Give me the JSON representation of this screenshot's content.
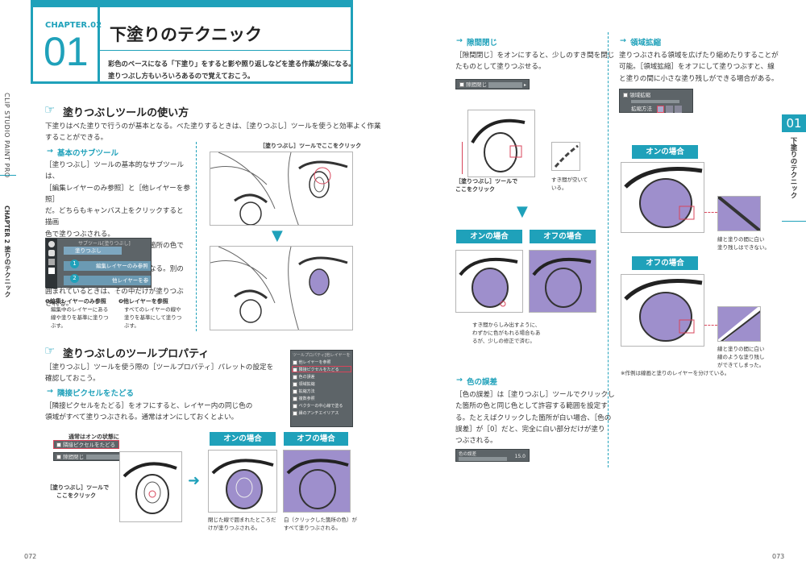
{
  "left": {
    "chapter_label": "CHAPTER.02",
    "chapter_num": "01",
    "title": "下塗りのテクニック",
    "lead1": "彩色のベースになる「下塗り」をすると影や照り返しなどを塗る作業が楽になる。",
    "lead2": "塗りつぶし方もいろいろあるので覚えておこう。",
    "side_brand": "CLIP STUDIO PAINT PRO",
    "side_chapter": "CHAPTER 2",
    "side_chapter_title": "塗りのテクニック",
    "sec1_title": "塗りつぶしツールの使い方",
    "sec1_body1": "下塗りはベた塗りで行うのが基本となる。べた塗りするときは、［塗りつぶし］ツールを使うと効率よく作業",
    "sec1_body2": "することができる。",
    "sub1": "基本のサブツール",
    "sub1_lines": [
      "［塗りつぶし］ツールの基本的なサブツールは、",
      "［編集レイヤーのみ参照］と［他レイヤーを参照］",
      "だ。どちらもキャンバス上をクリックすると描画",
      "色で塗りつぶされる。",
      "塗りつぶす範囲は、クリックした箇所の色で決め",
      "られる。白なら白い部分が範囲になる。別の色で",
      "囲まれているときは、その中だけが塗りつぶされる。"
    ],
    "sub1_callout": "［塗りつぶし］ツールでここをクリック",
    "subtool_panel_title": "サブツール[塗りつぶし]",
    "subtool_tab": "塗りつぶし",
    "subtool_item1": "編集レイヤーのみ参照",
    "subtool_item2": "他レイヤーを参照",
    "note1_title": "❶編集レイヤーのみ参照",
    "note1_lines": [
      "編集中のレイヤーにある",
      "線や塗りを基準に塗りつ",
      "ぶす。"
    ],
    "note2_title": "❷他レイヤーを参照",
    "note2_lines": [
      "すべてのレイヤーの線や",
      "塗りを基準にして塗りつ",
      "ぶす。"
    ],
    "sec2_title": "塗りつぶしのツールプロパティ",
    "sec2_body1": "［塗りつぶし］ツールを使う際の［ツールプロパティ］パレットの設定を",
    "sec2_body2": "確認しておこう。",
    "sub2": "隣接ピクセルをたどる",
    "sub2_body1": "［隣接ピクセルをたどる］をオフにすると、レイヤー内の同じ色の",
    "sub2_body2": "領域がすべて塗りつぶされる。通常はオンにしておくとよい。",
    "prop_title": "ツールプロパティ[他レイヤーを参照]",
    "prop_rows": [
      "他レイヤーを参照",
      "隣接ピクセルをたどる",
      "色の誤差",
      "領域拡縮",
      "拡縮方法",
      "複数参照",
      "ベクターの中心線で塗る",
      "縁のアンチエイリアス"
    ],
    "normal_on": "通常はオンの状態に",
    "opt_adjacent": "隣接ピクセルをたどる",
    "opt_gap": "隙間閉じ",
    "click_here": "［塗りつぶし］ツールで",
    "click_here2": "ここをクリック",
    "on_label": "オンの場合",
    "off_label": "オフの場合",
    "cap_on1": "閉じた線で囲まれたところだ",
    "cap_on2": "けが塗りつぶされる。",
    "cap_off1": "白（クリックした箇所の色）が",
    "cap_off2": "すべて塗りつぶされる。",
    "page_no": "072"
  },
  "right": {
    "sub_gap": "隙間閉じ",
    "gap_body": [
      "［隙間閉じ］をオンにすると、少しのすき間を閉じ",
      "たものとして塗りつぶせる。"
    ],
    "gap_ui": "隙間閉じ",
    "gap_callout1": "［塗りつぶし］ツールで",
    "gap_callout2": "ここをクリック",
    "gap_zoom_cap1": "すき間が空いて",
    "gap_zoom_cap2": "いる。",
    "on_label": "オンの場合",
    "off_label": "オフの場合",
    "gap_cap": [
      "すき間からしみ出すように、",
      "わずかに色がもれる場合もあ",
      "るが、少しの修正で済む。"
    ],
    "sub_tol": "色の誤差",
    "tol_body": [
      "［色の誤差］は［塗りつぶし］ツールでクリックし",
      "た箇所の色と同じ色として許容する範囲を設定す",
      "る。たとえばクリックした箇所が白い場合、［色の",
      "誤差］が［0］だと、完全に白い部分だけが塗り",
      "つぶされる。"
    ],
    "tol_ui_label": "色の誤差",
    "tol_ui_value": "15.0",
    "sub_area": "領域拡縮",
    "area_body": [
      "塗りつぶされる領域を広げたり縮めたりすることが",
      "可能。［領域拡縮］をオフにして塗りつぶすと、線",
      "と塗りの間に小さな塗り残しができる場合がある。"
    ],
    "area_ui1": "領域拡縮",
    "area_ui2": "拡縮方法",
    "on_label2": "オンの場合",
    "off_label2": "オフの場合",
    "area_cap1": [
      "線と塗りの間に白い",
      "塗り残しはできない。"
    ],
    "area_cap2": [
      "線と塗りの間に白い",
      "線のような塗り残し",
      "ができてしまった。"
    ],
    "area_note": "※作例は線画と塗りのレイヤーを分けている。",
    "tab_num": "01",
    "tab_title": "下塗りのテクニック",
    "page_no": "073"
  },
  "colors": {
    "accent": "#1fa1ba",
    "purple": "#9e8fcc",
    "red": "#d8455b"
  }
}
